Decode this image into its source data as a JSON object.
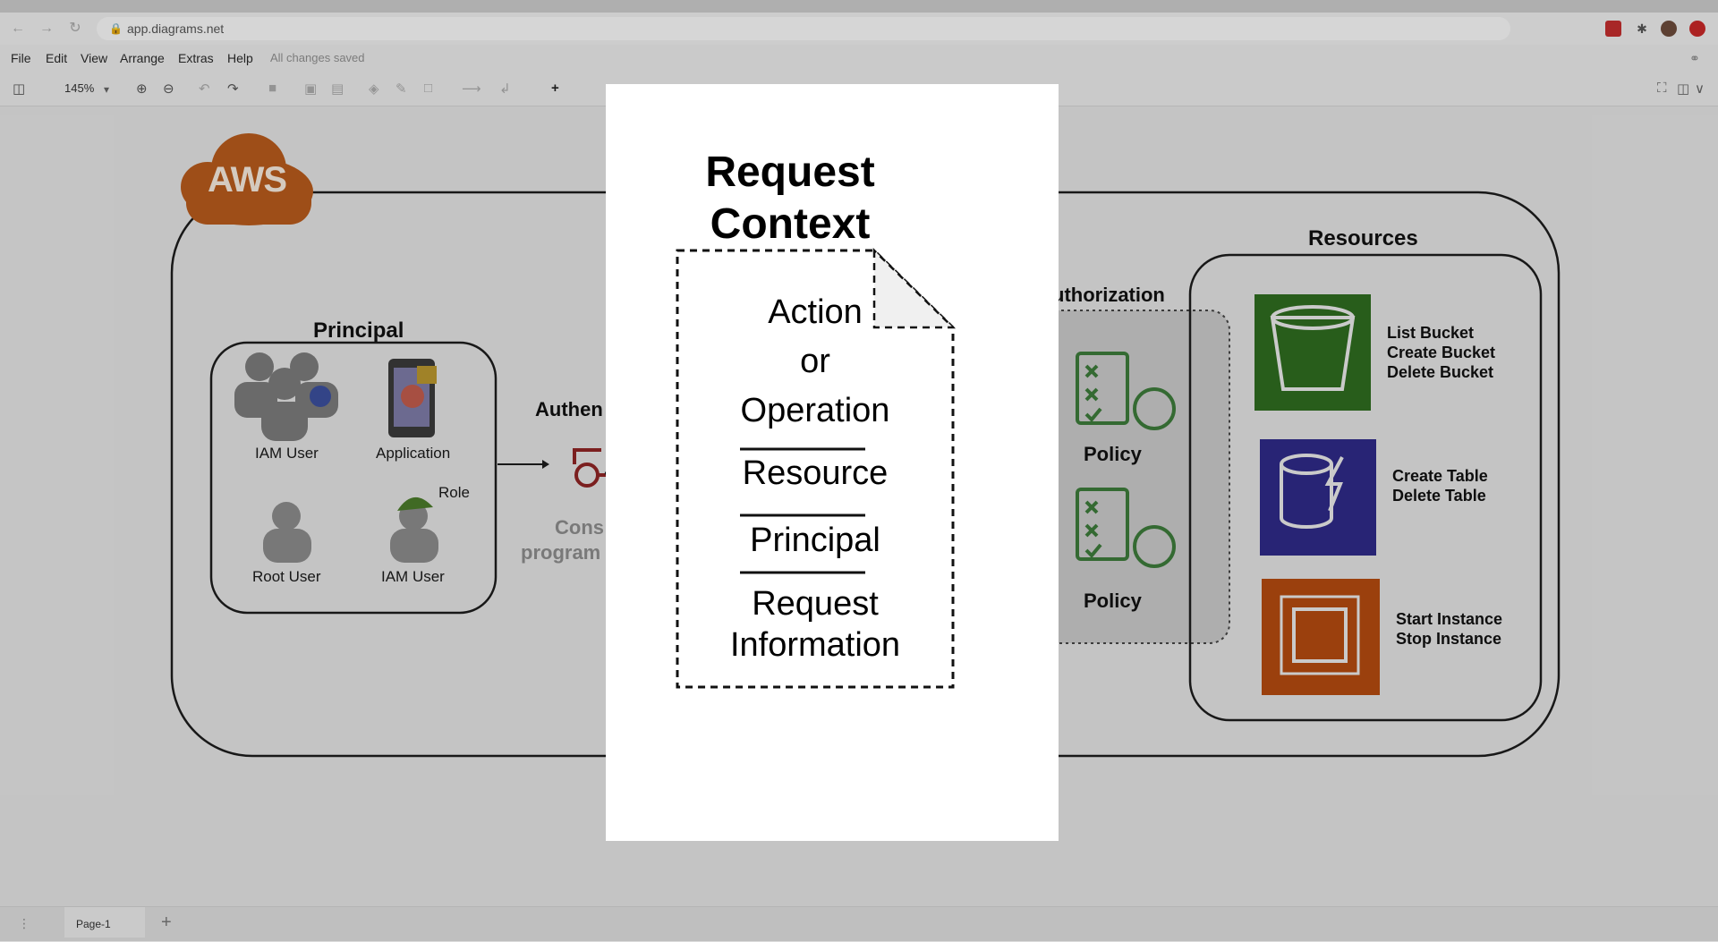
{
  "browser": {
    "url": "app.diagrams.net"
  },
  "menu": {
    "items": [
      "File",
      "Edit",
      "View",
      "Arrange",
      "Extras",
      "Help"
    ],
    "status": "All changes saved"
  },
  "toolbar": {
    "zoom": "145%"
  },
  "footer": {
    "page_tab": "Page-1"
  },
  "diagram": {
    "aws_badge": "AWS",
    "principal": {
      "title": "Principal",
      "items": [
        "IAM User",
        "Application",
        "Root User",
        "IAM User"
      ],
      "role_label": "Role"
    },
    "authentication_label": "Authen",
    "console_lines": [
      "Cons",
      "program"
    ],
    "authorization_label": "uthorization",
    "policies": [
      "Policy",
      "Policy"
    ],
    "resources": {
      "title": "Resources",
      "s3_lines": [
        "List Bucket",
        "Create Bucket",
        "Delete Bucket"
      ],
      "dynamo_lines": [
        "Create Table",
        "Delete Table"
      ],
      "ec2_lines": [
        "Start Instance",
        "Stop Instance"
      ]
    },
    "request_context": {
      "title_lines": [
        "Request",
        "Context"
      ],
      "action_lines": [
        "Action",
        "or",
        "Operation"
      ],
      "resource": "Resource",
      "principal": "Principal",
      "info_lines": [
        "Request",
        "Information"
      ]
    }
  },
  "colors": {
    "aws_orange": "#ec7211",
    "s3_green": "#3f8624",
    "dynamo_blue": "#4d27aa",
    "ec2_orange": "#d86613"
  }
}
